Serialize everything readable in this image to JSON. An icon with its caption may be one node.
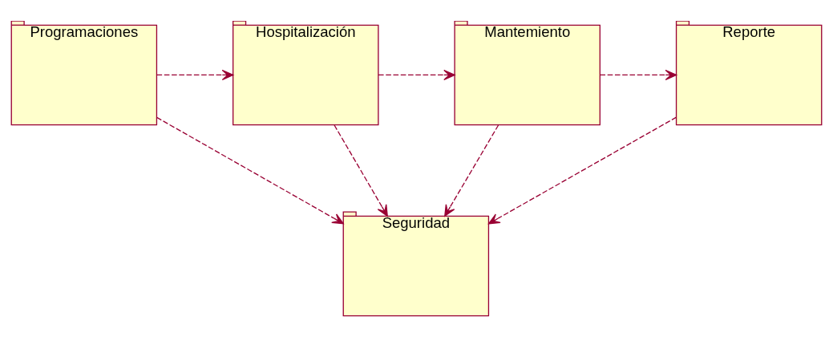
{
  "diagram": {
    "nodes": [
      {
        "text": [
          "Programaciones"
        ]
      },
      {
        "text": [
          "Hospitalización"
        ]
      },
      {
        "text": [
          "Mantemiento"
        ]
      },
      {
        "text": [
          "Reporte"
        ]
      },
      {
        "text": [
          "Seguridad"
        ]
      }
    ],
    "edges": [
      {
        "from": 0,
        "to": 1,
        "arrow": "to",
        "style": "dashed"
      },
      {
        "from": 1,
        "to": 2,
        "arrow": "to",
        "style": "dashed"
      },
      {
        "from": 2,
        "to": 3,
        "arrow": "to",
        "style": "dashed"
      },
      {
        "from": 0,
        "to": 4,
        "arrow": "to",
        "style": "dashed"
      },
      {
        "from": 1,
        "to": 4,
        "arrow": "to",
        "style": "dashed"
      },
      {
        "from": 2,
        "to": 4,
        "arrow": "to",
        "style": "dashed"
      },
      {
        "from": 3,
        "to": 4,
        "arrow": "to",
        "style": "dashed"
      }
    ]
  }
}
